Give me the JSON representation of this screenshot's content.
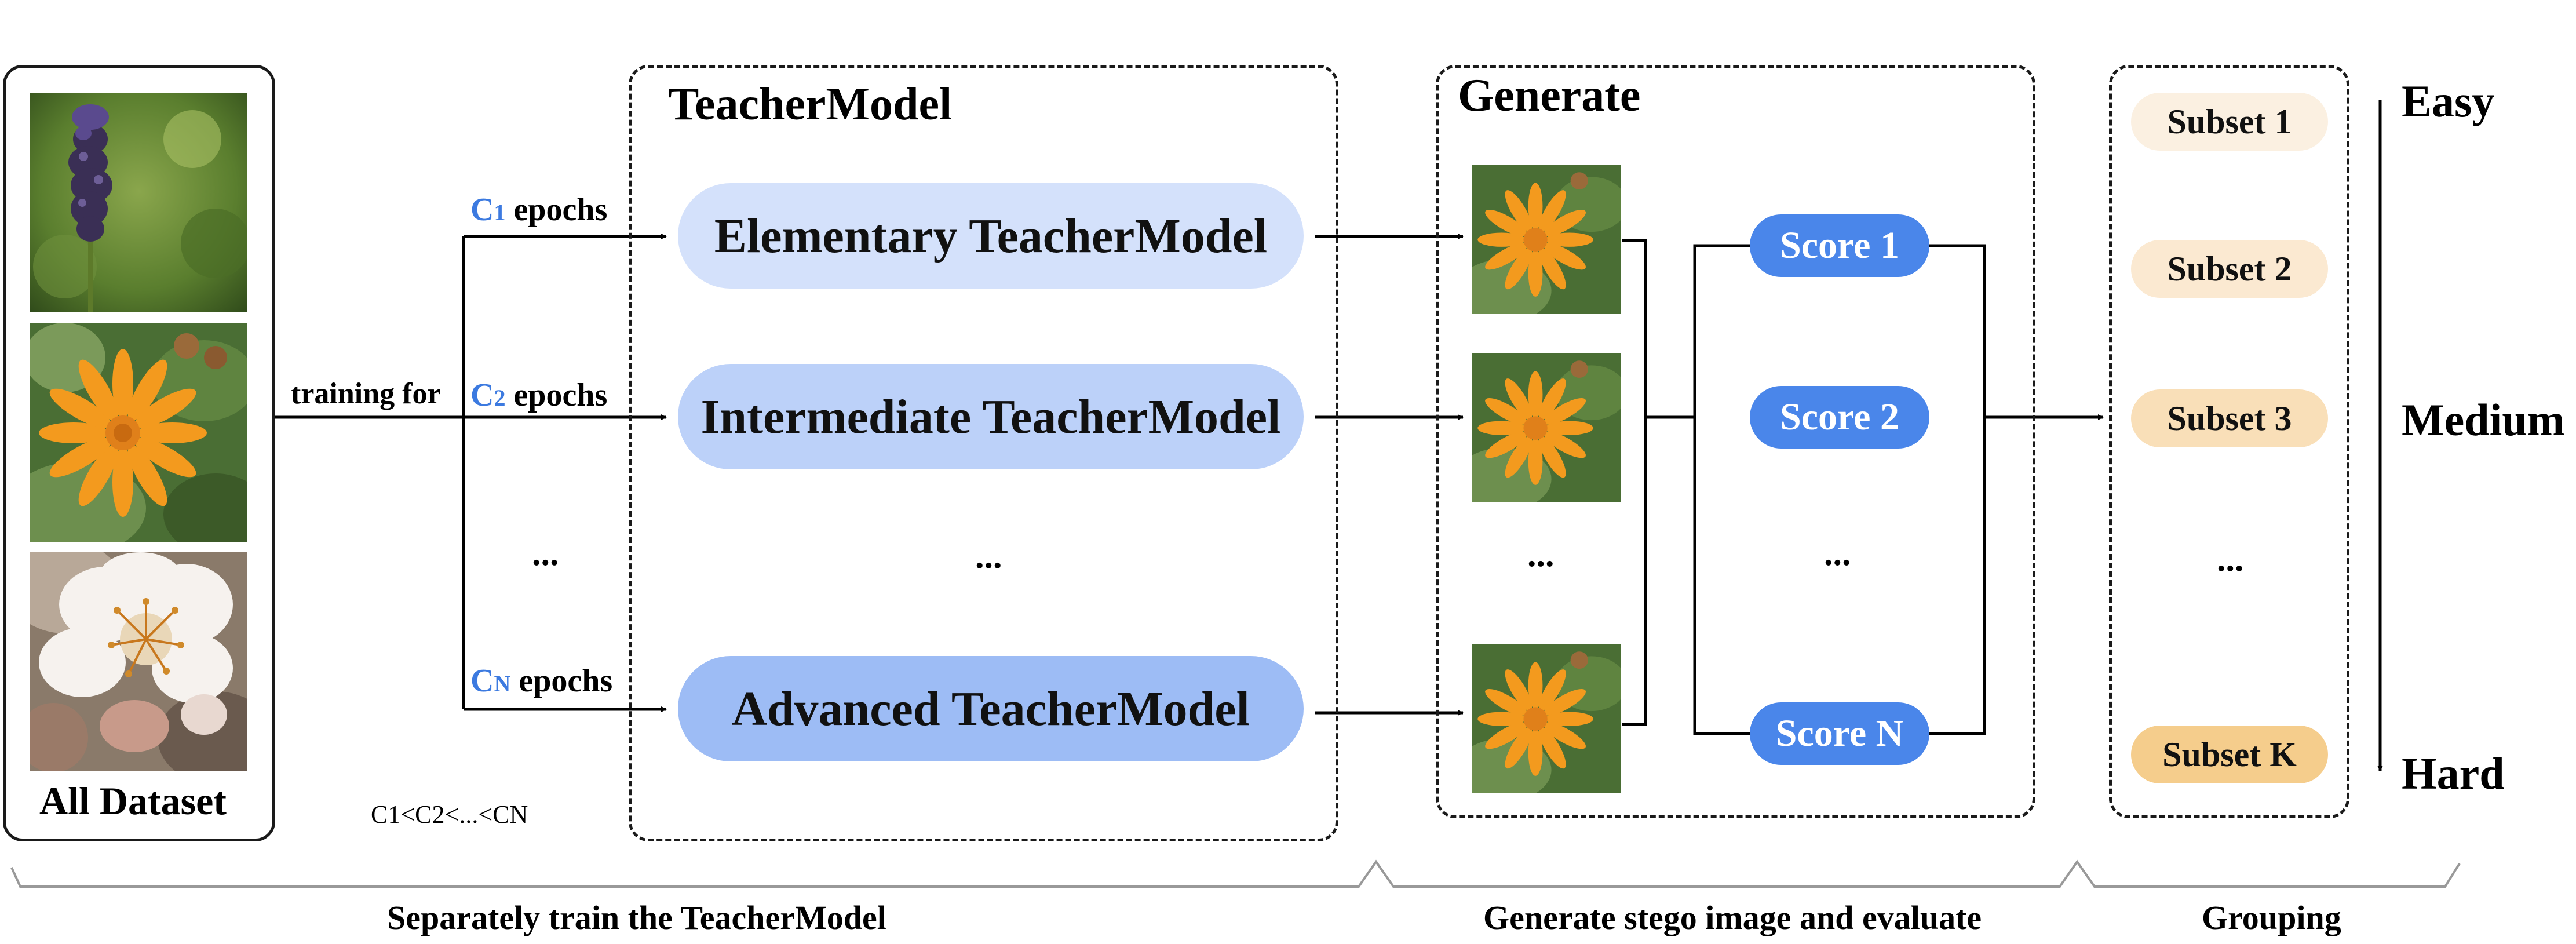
{
  "dataset": {
    "label": "All Dataset"
  },
  "training": {
    "prefix": "training for",
    "c1_var": "C",
    "c1_sub": "1",
    "c1_suffix": " epochs",
    "c2_var": "C",
    "c2_sub": "2",
    "c2_suffix": " epochs",
    "cn_var": "C",
    "cn_sub": "N",
    "cn_suffix": " epochs",
    "ellipsis": "...",
    "constraint": "C1<C2<...<CN"
  },
  "teacher": {
    "title": "TeacherModel",
    "models": [
      "Elementary TeacherModel",
      "Intermediate TeacherModel",
      "Advanced TeacherModel"
    ],
    "ellipsis": "...",
    "colors": [
      "#d4e1fb",
      "#bcd1f9",
      "#9dbcf5"
    ]
  },
  "generate": {
    "title": "Generate",
    "scores": [
      "Score 1",
      "Score 2",
      "Score N"
    ],
    "image_ellipsis": "...",
    "score_ellipsis": "...",
    "score_color": "#4a86ea"
  },
  "grouping": {
    "subsets": [
      "Subset 1",
      "Subset 2",
      "Subset 3",
      "Subset K"
    ],
    "ellipsis": "...",
    "subset_colors": [
      "#fbf0e1",
      "#fbe9d1",
      "#f9dfb8",
      "#f5cd8c"
    ],
    "difficulty": {
      "easy": "Easy",
      "medium": "Medium",
      "hard": "Hard"
    }
  },
  "stages": [
    "Separately train the TeacherModel",
    "Generate stego image and evaluate",
    "Grouping"
  ]
}
